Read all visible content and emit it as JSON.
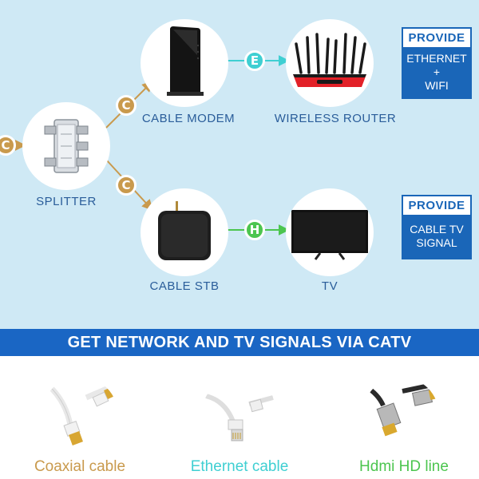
{
  "nodes": {
    "modem": "CABLE MODEM",
    "router": "WIRELESS ROUTER",
    "splitter": "SPLITTER",
    "stb": "CABLE STB",
    "tv": "TV"
  },
  "badges": {
    "input": "C",
    "splitter_modem": "C",
    "splitter_stb": "C",
    "modem_router": "E",
    "stb_tv": "H"
  },
  "provide": {
    "internet": {
      "head": "PROVIDE",
      "line1": "ETHERNET",
      "line2": "+",
      "line3": "WIFI"
    },
    "tv": {
      "head": "PROVIDE",
      "line1": "CABLE TV",
      "line2": "SIGNAL"
    }
  },
  "banner": "GET NETWORK AND TV SIGNALS VIA CATV",
  "cables": {
    "coaxial": "Coaxial cable",
    "ethernet": "Ethernet cable",
    "hdmi": "Hdmi HD line"
  },
  "colors": {
    "coaxial": "#c99a4d",
    "ethernet": "#3fcfd2",
    "hdmi": "#4cc54f",
    "accent": "#1a66c4"
  }
}
